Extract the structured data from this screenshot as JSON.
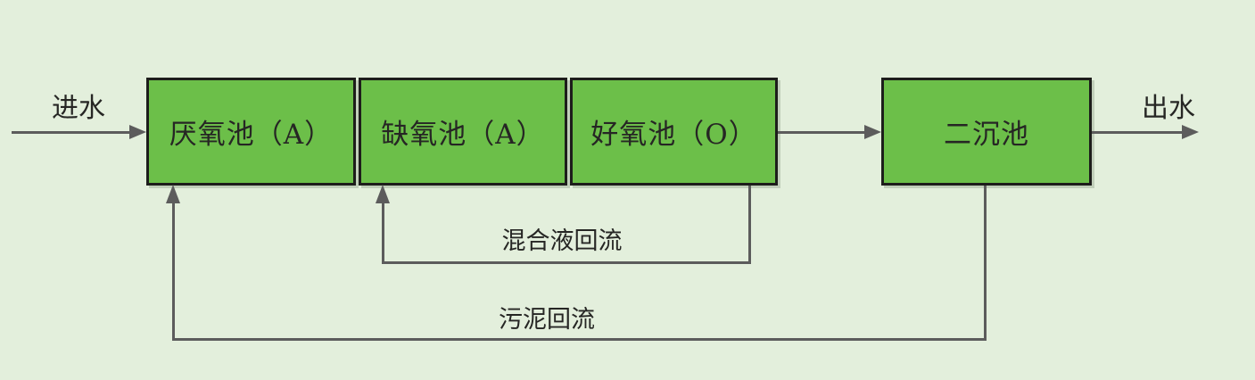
{
  "diagram": {
    "nodes": [
      {
        "id": "anaerobic-tank",
        "label": "厌氧池（A）"
      },
      {
        "id": "anoxic-tank",
        "label": "缺氧池（A）"
      },
      {
        "id": "aerobic-tank",
        "label": "好氧池（O）"
      },
      {
        "id": "secondary-clarifier",
        "label": "二沉池"
      }
    ],
    "labels": {
      "influent": "进水",
      "effluent": "出水",
      "mixed_liquor_return": "混合液回流",
      "sludge_return": "污泥回流"
    },
    "colors": {
      "background": "#e3efdc",
      "node_fill": "#6cbf49",
      "node_border": "#1d1d1b",
      "line": "#5c5c5c",
      "text": "#262624"
    }
  }
}
